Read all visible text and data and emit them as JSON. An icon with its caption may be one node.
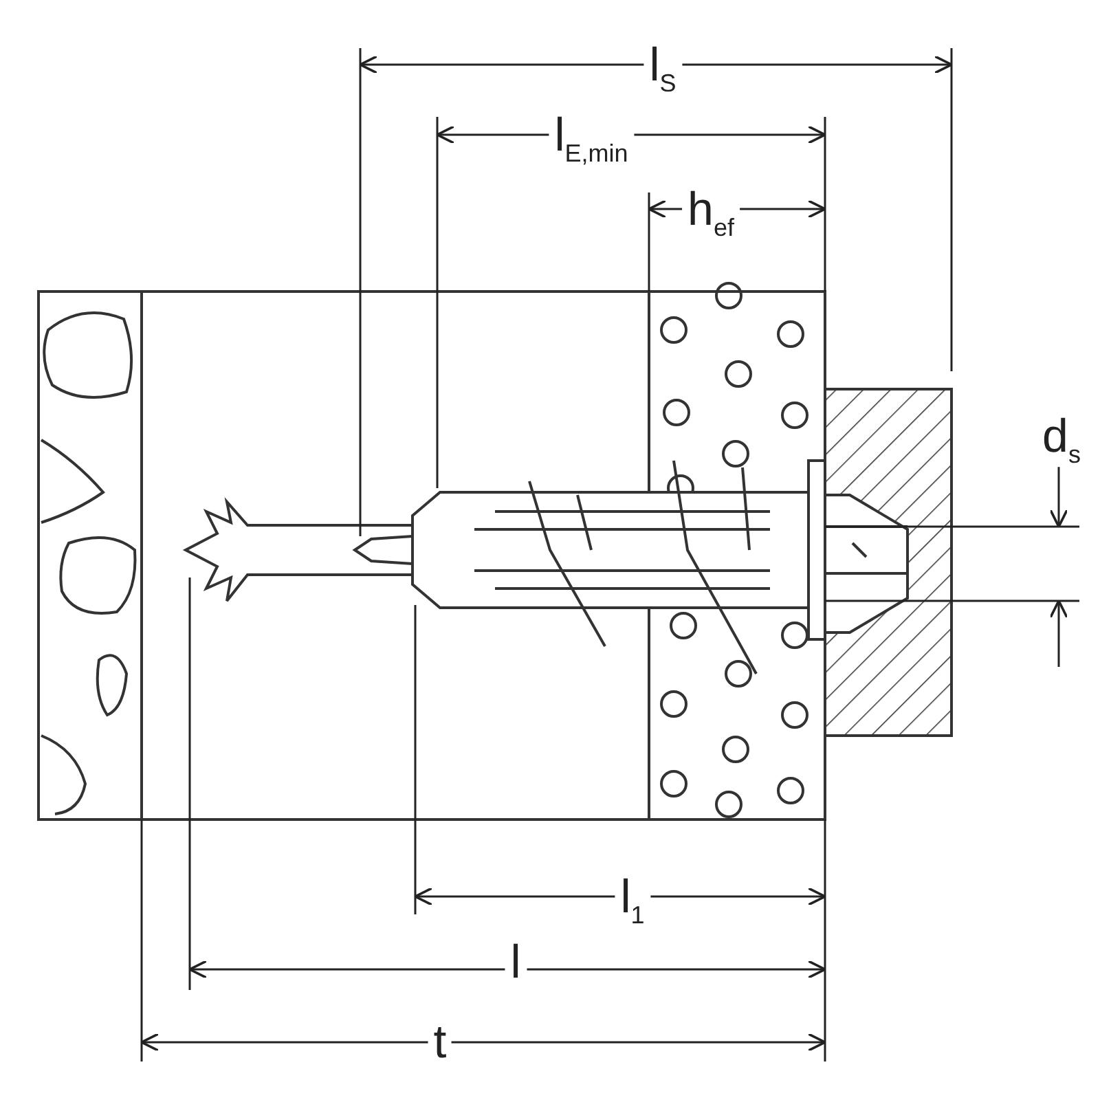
{
  "diagram": {
    "labels": [
      "l$_{S}$",
      "l$_{E,min}$",
      "h$_{ef}$",
      "d$_{s}$",
      "l$_{1}$",
      "l",
      "t"
    ]
  }
}
